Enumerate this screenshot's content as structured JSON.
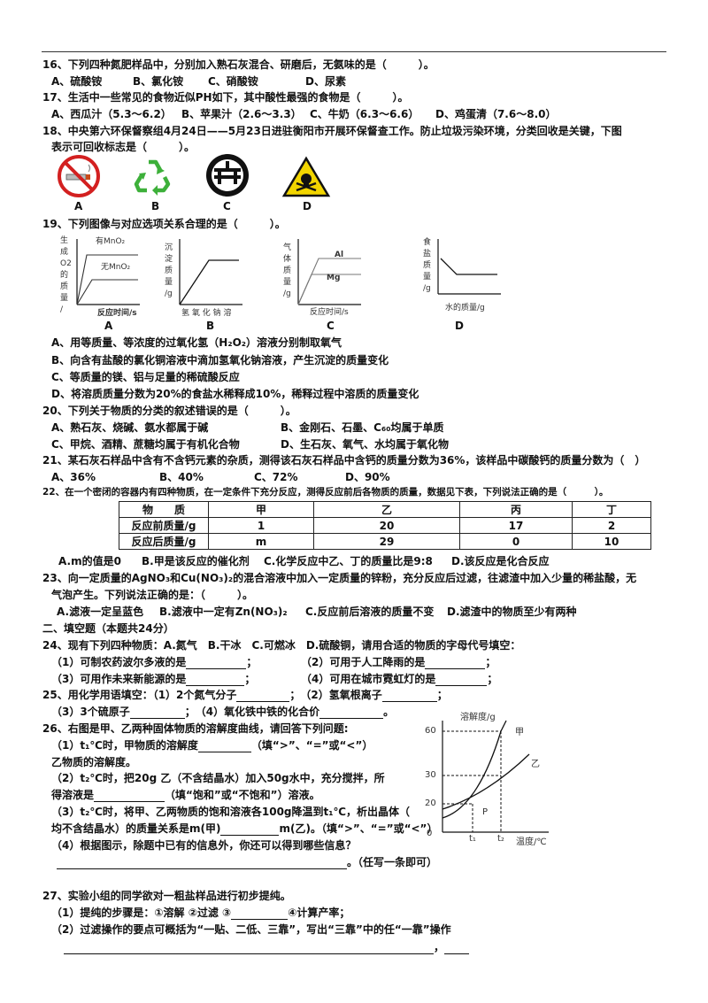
{
  "q16": {
    "stem": "16、下列四种氮肥样品中，分别加入熟石灰混合、研磨后，无氨味的是（　　　）。",
    "options": [
      "A、硫酸铵",
      "B、氯化铵",
      "C、硝酸铵",
      "D、尿素"
    ]
  },
  "q17": {
    "stem": "17、生活中一些常见的食物近似PH如下，其中酸性最强的食物是（　　　）。",
    "options": [
      "A、西瓜汁（5.3～6.2）",
      "B、苹果汁（2.6～3.3）",
      "C、牛奶（6.3～6.6）",
      "D、鸡蛋清（7.6～8.0）"
    ]
  },
  "q18": {
    "line1": "18、中央第六环保督察组4月24日——5月23日进驻衡阳市开展环保督查工作。防止垃圾污染环境，分类回收是关键，下图",
    "line2": "表示可回收标志是（　　　）。",
    "icon_labels": [
      "A",
      "B",
      "C",
      "D"
    ],
    "icons": [
      "no-smoking-icon",
      "recycle-icon",
      "water-saving-icon",
      "toxic-warning-icon"
    ]
  },
  "q19": {
    "stem": "19、下列图像与对应选项关系合理的是（　　　）。",
    "graphA": {
      "y_label": [
        "生",
        "成",
        "O2",
        "的",
        "质",
        "量",
        "/"
      ],
      "line1": "有MnO₂",
      "line2": "无MnO₂",
      "x_label": "反应时间/s"
    },
    "graphB": {
      "y_label": [
        "沉",
        "淀",
        "质",
        "量",
        "/g"
      ],
      "x_label": "氢 氧 化 钠 溶"
    },
    "graphC": {
      "y_label": [
        "气",
        "体",
        "质",
        "量",
        "/g"
      ],
      "line1": "Al",
      "line2": "Mg",
      "x_label": "反应时间/s"
    },
    "graphD": {
      "y_label": [
        "食",
        "盐",
        "质",
        "量",
        "/g"
      ],
      "x_label": "水的质量/g"
    },
    "graph_labels": [
      "A",
      "B",
      "C",
      "D"
    ],
    "options": [
      "A、用等质量、等浓度的过氧化氢（H₂O₂）溶液分别制取氧气",
      "B、向含有盐酸的氯化铜溶液中滴加氢氧化钠溶液，产生沉淀的质量变化",
      "C、等质量的镁、铝与足量的稀硫酸反应",
      "D、将溶质质量分数为20%的食盐水稀释成10%，稀释过程中溶质的质量变化"
    ]
  },
  "q20": {
    "stem": "20、下列关于物质的分类的叙述错误的是（　　　）。",
    "options": [
      "A、熟石灰、烧碱、氨水都属于碱",
      "B、金刚石、石墨、C₆₀均属于单质",
      "C、甲烷、酒精、蔗糖均属于有机化合物",
      "D、生石灰、氧气、水均属于氧化物"
    ]
  },
  "q21": {
    "stem": "21、某石灰石样品中含有不含钙元素的杂质，测得该石灰石样品中含钙的质量分数为36%，该样品中碳酸钙的质量分数为（　）",
    "options": [
      "A、36%",
      "B、40%",
      "C、72%",
      "D、90%"
    ]
  },
  "q22": {
    "stem": "22、在一个密闭的容器内有四种物质，在一定条件下充分反应，测得反应前后各物质的质量，数据见下表，下列说法正确的是（　　　）。",
    "table": {
      "header": [
        "物　　质",
        "甲",
        "乙",
        "丙",
        "丁"
      ],
      "rows": [
        [
          "反应前质量/g",
          "1",
          "20",
          "17",
          "2"
        ],
        [
          "反应后质量/g",
          "m",
          "29",
          "0",
          "10"
        ]
      ]
    },
    "options": [
      "A.m的值是0",
      "B.甲是该反应的催化剂",
      "C.化学反应中乙、丁的质量比是9:8",
      "D.该反应是化合反应"
    ]
  },
  "q23": {
    "line1": "23、向一定质量的AgNO₃和Cu(NO₃)₂的混合溶液中加入一定质量的锌粉，充分反应后过滤，往滤渣中加入少量的稀盐酸，无",
    "line2": "气泡产生。下列说法正确的是：（　　　）。",
    "options": [
      "A.滤液一定呈蓝色",
      "B.滤液中一定有Zn(NO₃)₂",
      "C.反应前后溶液的质量不变",
      "D.滤渣中的物质至少有两种"
    ]
  },
  "section2": "二、填空题（本题共24分）",
  "q24": {
    "stem": "24、现有下列四种物质：A.氮气　B.干冰　C.可燃冰　D.硫酸铜，请用合适的物质的字母代号填空：",
    "items": [
      "（1）可制农药波尔多液的是",
      "（2）可用于人工降雨的是",
      "（3）可用作未来新能源的是",
      "（4）可用在城市霓虹灯的是"
    ]
  },
  "q25": {
    "stem": "25、用化学用语填空：（1）2个氮气分子",
    "part2": "（2）氢氧根离子",
    "part3": "（3）3个硫原子",
    "part4": "（4）氧化铁中铁的化合价"
  },
  "q26": {
    "stem": "26、右图是甲、乙两种固体物质的溶解度曲线，请回答下列问题:",
    "p1a": "（1）t₁℃时，甲物质的溶解度",
    "p1b": "（填“>”、“=”或“<”）",
    "p1c": "乙物质的溶解度。",
    "p2a": "（2）t₂℃时，把20g 乙（不含结晶水）加入50g水中，充分搅拌，所",
    "p2b": "得溶液是",
    "p2c": "（填“饱和”或“不饱和”）溶液。",
    "p3a": "（3）t₂℃时，将甲、乙两物质的饱和溶液各100g降温到t₁℃，析出晶体（",
    "p3b": "均不含结晶水）的质量关系是m(甲)",
    "p3c": "m(乙)。（填“>”、“=”或“<”）",
    "p4a": "（4）根据图示，除题中已有的信息外，你还可以得到哪些信息？",
    "p4b": "。（任写一条即可）",
    "chart": {
      "y_title": "溶解度/g",
      "x_title": "温度/℃",
      "y_ticks": [
        "60",
        "30",
        "20",
        "0"
      ],
      "x_ticks": [
        "t₁",
        "t₂"
      ],
      "series": [
        "甲",
        "乙"
      ],
      "point": "P"
    }
  },
  "q27": {
    "stem": "27、实验小组的同学欲对一粗盐样品进行初步提纯。",
    "p1a": "（1）提纯的步骤是：①溶解 ②过滤 ③",
    "p1b": "④计算产率；",
    "p2": "（2）过滤操作的要点可概括为“一贴、二低、三靠”，写出“三靠”中的任“一靠”操作",
    "p2end": "，"
  }
}
